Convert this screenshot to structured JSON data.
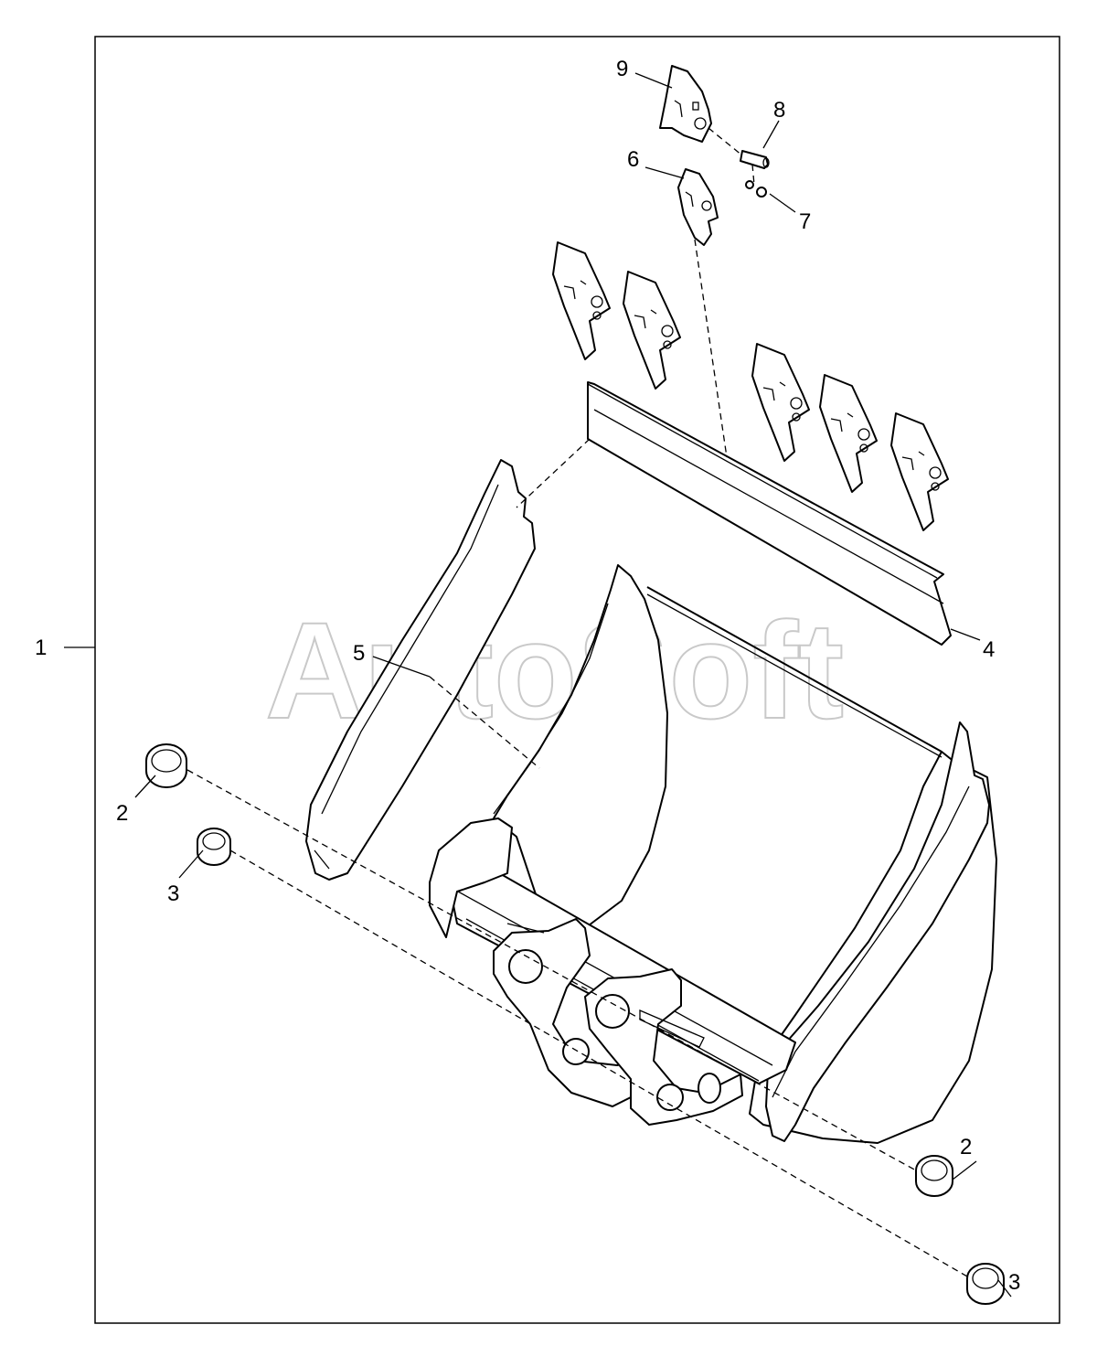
{
  "watermark": "AutoSoft",
  "callouts": {
    "c1": "1",
    "c2a": "2",
    "c2b": "2",
    "c3a": "3",
    "c3b": "3",
    "c4": "4",
    "c5": "5",
    "c6": "6",
    "c7": "7",
    "c8": "8",
    "c9": "9"
  }
}
